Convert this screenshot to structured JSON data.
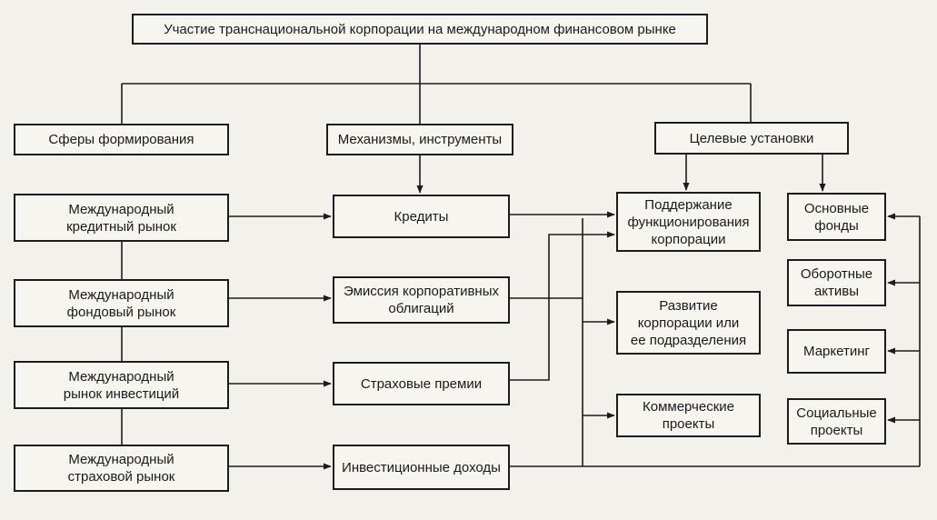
{
  "title": "Участие транснациональной корпорации на международном финансовом рынке",
  "categories": {
    "spheres": "Сферы формирования",
    "mechanisms": "Механизмы, инструменты",
    "goals": "Целевые установки"
  },
  "spheres": [
    "Международный\nкредитный рынок",
    "Международный\nфондовый рынок",
    "Международный\nрынок инвестиций",
    "Международный\nстраховой рынок"
  ],
  "mechanisms": [
    "Кредиты",
    "Эмиссия корпоративных\nоблигаций",
    "Страховые премии",
    "Инвестиционные доходы"
  ],
  "goals": [
    "Поддержание\nфункционирования\nкорпорации",
    "Развитие\nкорпорации или\nее подразделения",
    "Коммерческие\nпроекты"
  ],
  "assets": [
    "Основные\nфонды",
    "Оборотные\nактивы",
    "Маркетинг",
    "Социальные\nпроекты"
  ],
  "colors": {
    "line": "#1c1c1c",
    "box_bg": "#f7f5f0",
    "page_bg": "#f3f1ec"
  }
}
